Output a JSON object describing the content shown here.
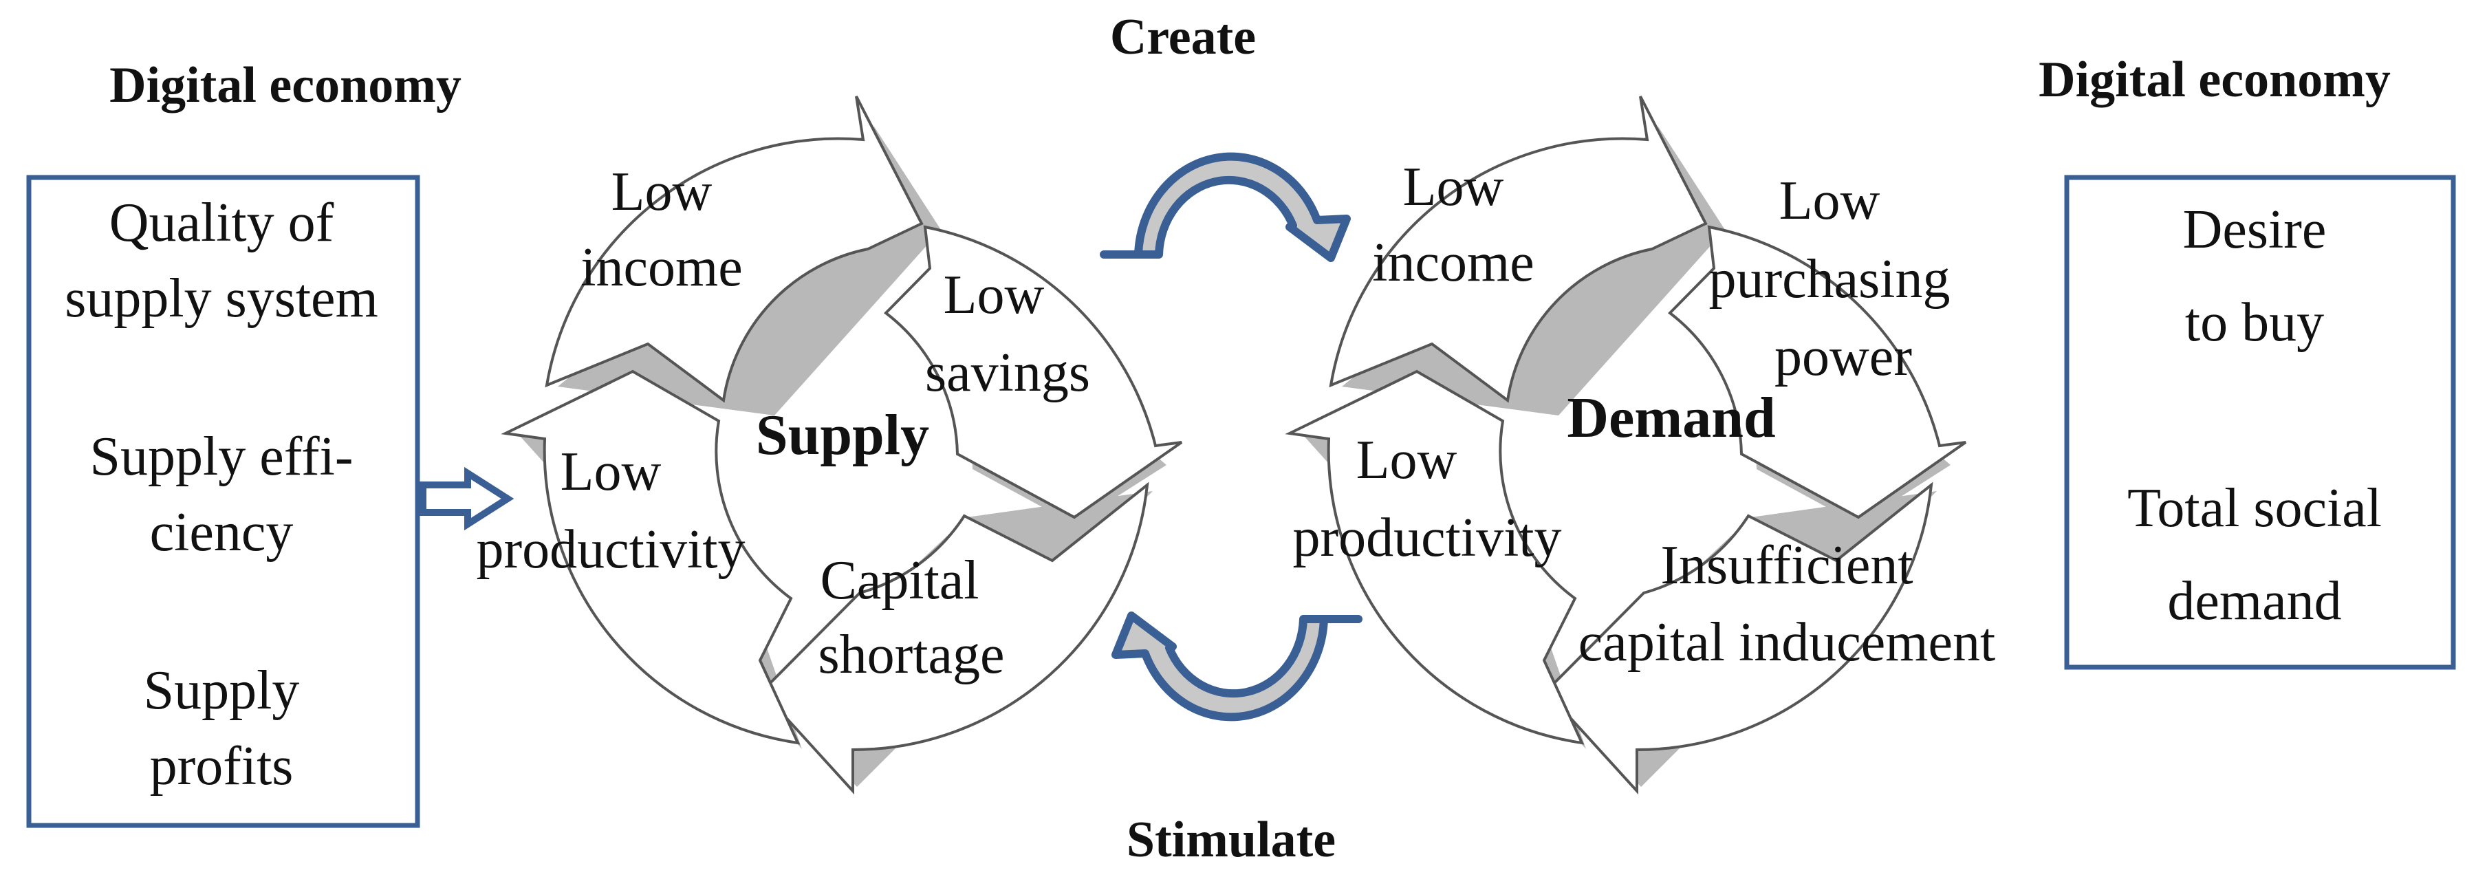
{
  "colors": {
    "box_border": "#3a5f95",
    "curved_arrow_fill": "#c8c8c8",
    "curved_arrow_outline": "#3a5f95",
    "cycle_arrow_fill": "#ffffff",
    "cycle_arrow_outline": "#555555",
    "shadow": "#b8b8b8"
  },
  "left": {
    "heading": "Digital economy",
    "box_lines": [
      "Quality of",
      "supply system",
      "Supply effi-",
      "ciency",
      "Supply",
      "profits"
    ]
  },
  "right": {
    "heading": "Digital economy",
    "box_lines": [
      "Desire",
      "to buy",
      "Total social",
      "demand"
    ]
  },
  "supply_cycle": {
    "center": "Supply",
    "labels": [
      "Low",
      "income",
      "Low",
      "savings",
      "Capital",
      "shortage",
      "Low",
      "productivity"
    ]
  },
  "demand_cycle": {
    "center": "Demand",
    "labels": [
      "Low",
      "income",
      "Low",
      "purchasing",
      "power",
      "Insufficient",
      "capital inducement",
      "Low",
      "productivity"
    ]
  },
  "connectors": {
    "top_label": "Create",
    "bottom_label": "Stimulate"
  }
}
